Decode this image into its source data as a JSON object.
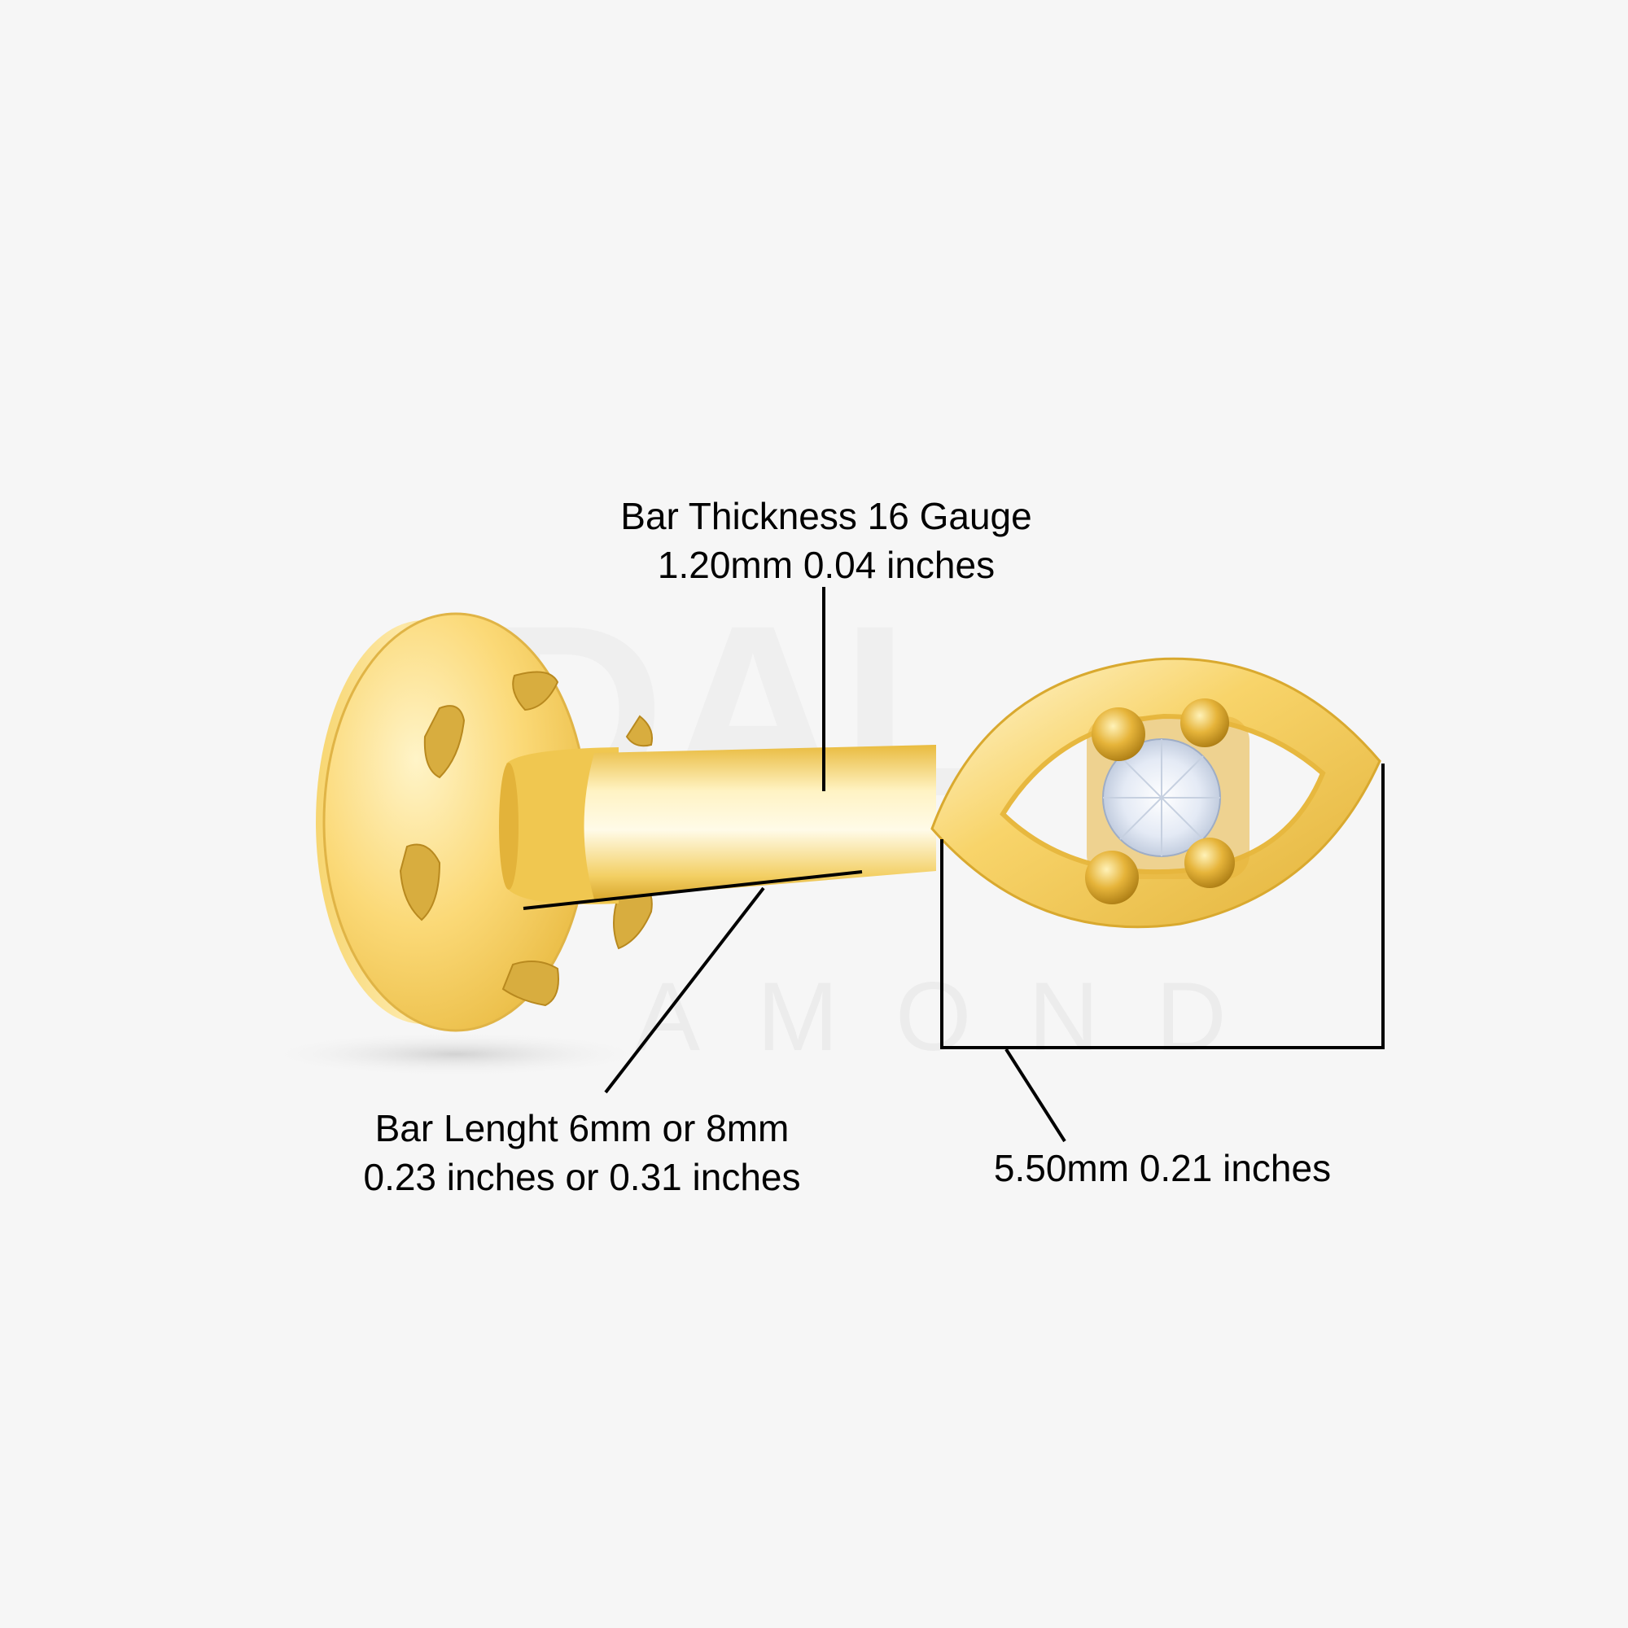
{
  "image": {
    "subject": "gold flat-back labret piercing with evil-eye top and single round stone",
    "background_color": "#f6f6f6",
    "gold_color_light": "#fde6a0",
    "gold_color_mid": "#f4c94e",
    "gold_color_dark": "#c99a1e",
    "stone_color": "#dfe6f2",
    "line_color": "#000000"
  },
  "watermark": {
    "top_text": "DAL",
    "bottom_text": "AMOND"
  },
  "annotations": {
    "thickness": {
      "line1": "Bar Thickness 16 Gauge",
      "line2": "1.20mm 0.04 inches"
    },
    "length": {
      "line1": "Bar Lenght 6mm or 8mm",
      "line2": "0.23 inches or 0.31 inches"
    },
    "width": {
      "line1": "5.50mm 0.21 inches"
    }
  }
}
